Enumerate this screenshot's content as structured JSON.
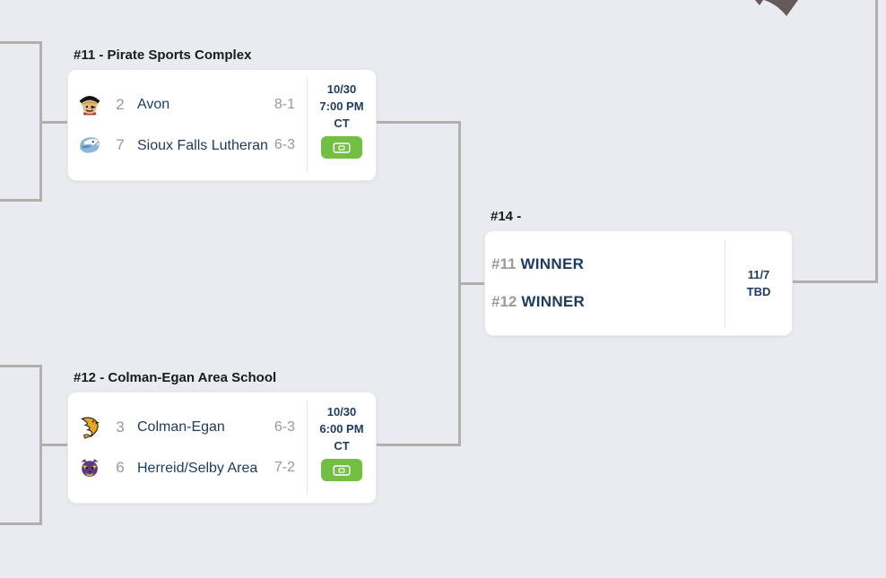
{
  "page": {
    "background_color": "#e9ebf1",
    "connector_line_color": "#b2afaf"
  },
  "colors": {
    "team_navy": "#1d3a5f",
    "muted_gray": "#989898",
    "ticket_green": "#72bf44",
    "header_text": "#1b1b1b"
  },
  "icons": {
    "ticket_button": "ticket-icon",
    "match11_team1_logo": "pirate-mascot",
    "match11_team2_logo": "eagle-mascot",
    "match12_team1_logo": "hawk-mascot",
    "match12_team2_logo": "tiger-mascot",
    "top_right_art": "partial-mascot-artwork"
  },
  "matches": [
    {
      "header": "#11 - Pirate Sports Complex",
      "teams": [
        {
          "seed": "2",
          "name": "Avon",
          "record": "8-1"
        },
        {
          "seed": "7",
          "name": "Sioux Falls Lutheran",
          "record": "6-3"
        }
      ],
      "date": "10/30",
      "time": "7:00 PM",
      "tz": "CT"
    },
    {
      "header": "#12 - Colman-Egan Area School",
      "teams": [
        {
          "seed": "3",
          "name": "Colman-Egan",
          "record": "6-3"
        },
        {
          "seed": "6",
          "name": "Herreid/Selby Area",
          "record": "7-2"
        }
      ],
      "date": "10/30",
      "time": "6:00 PM",
      "tz": "CT"
    },
    {
      "header": "#14 -",
      "teams": [
        {
          "seed": "#11",
          "name": "WINNER"
        },
        {
          "seed": "#12",
          "name": "WINNER"
        }
      ],
      "date": "11/7",
      "time": "TBD"
    }
  ]
}
